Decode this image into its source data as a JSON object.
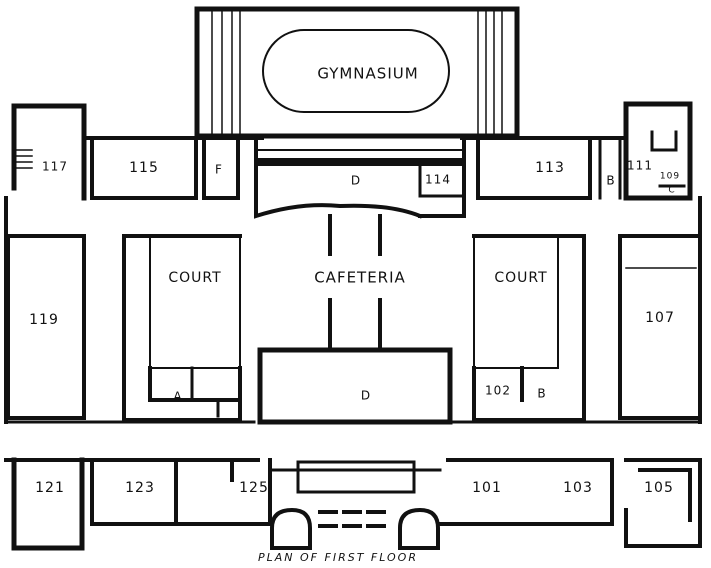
{
  "plan": {
    "caption": "PLAN OF FIRST FLOOR",
    "areas": {
      "gymnasium": "GYMNASIUM",
      "cafeteria": "CAFETERIA",
      "court_left": "COURT",
      "court_right": "COURT",
      "d_upper": "D",
      "d_lower": "D",
      "f": "F",
      "a": "A",
      "b_left": "B",
      "b_right": "B",
      "c": "C"
    },
    "rooms": {
      "r101": "101",
      "r102": "102",
      "r103": "103",
      "r105": "105",
      "r107": "107",
      "r109": "109",
      "r111": "111",
      "r113": "113",
      "r114": "114",
      "r115": "115",
      "r117": "117",
      "r119": "119",
      "r121": "121",
      "r123": "123",
      "r125": "125"
    }
  }
}
